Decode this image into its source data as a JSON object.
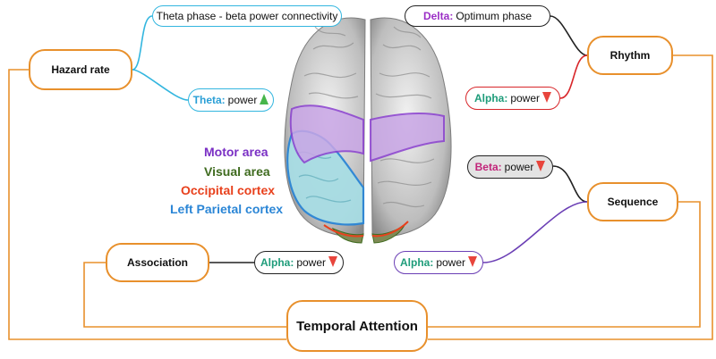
{
  "nodes": {
    "hazard_rate": "Hazard rate",
    "rhythm": "Rhythm",
    "sequence": "Sequence",
    "association": "Association",
    "temporal_attention": "Temporal Attention"
  },
  "leaves": {
    "theta_connectivity": "Theta phase - beta power connectivity",
    "theta_power": {
      "keyword": "Theta:",
      "text": "power",
      "trend": "up"
    },
    "delta_phase": {
      "keyword": "Delta:",
      "text": "Optimum phase"
    },
    "alpha_power_rhythm": {
      "keyword": "Alpha:",
      "text": "power",
      "trend": "down"
    },
    "beta_power_sequence": {
      "keyword": "Beta:",
      "text": "power",
      "trend": "down"
    },
    "alpha_power_sequence": {
      "keyword": "Alpha:",
      "text": "power",
      "trend": "down"
    },
    "alpha_power_association": {
      "keyword": "Alpha:",
      "text": "power",
      "trend": "down"
    }
  },
  "brain_legend": [
    {
      "label": "Motor area",
      "color": "#7a2fc4"
    },
    {
      "label": "Visual area",
      "color": "#3f6b1f"
    },
    {
      "label": "Occipital cortex",
      "color": "#e8401c"
    },
    {
      "label": "Left Parietal cortex",
      "color": "#2b86d6"
    }
  ],
  "colors": {
    "connector_orange": "#e8902c",
    "cyan": "#33b6df",
    "theta_keyword": "#2a9fd6",
    "delta_keyword": "#9b2fc6",
    "alpha_keyword": "#1e9c7a",
    "beta_keyword": "#c2247a",
    "red": "#d8262a",
    "purple": "#6b3fb5",
    "arrow_down": "#e8453c",
    "arrow_up": "#47b64a"
  }
}
